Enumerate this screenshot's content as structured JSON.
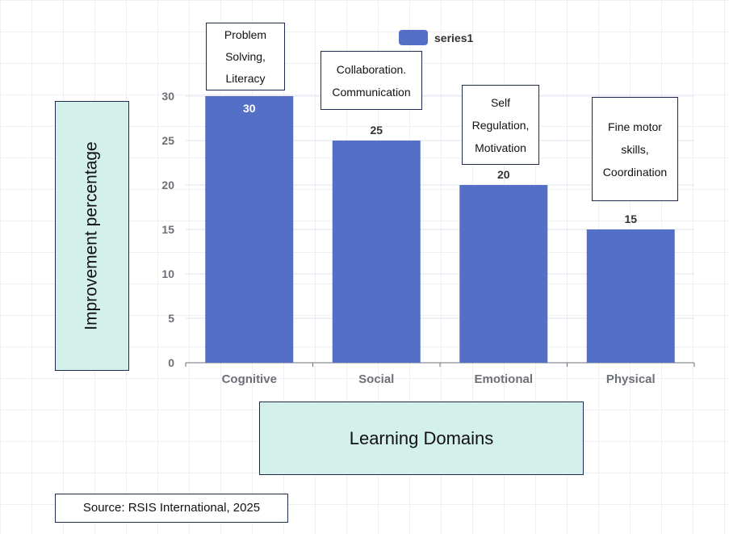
{
  "chart_data": {
    "type": "bar",
    "categories": [
      "Cognitive",
      "Social",
      "Emotional",
      "Physical"
    ],
    "series": [
      {
        "name": "series1",
        "values": [
          30,
          25,
          20,
          15
        ]
      }
    ],
    "ylabel": "Improvement percentage",
    "xlabel": "Learning Domains",
    "ylim": [
      0,
      30
    ],
    "yticks": [
      0,
      5,
      10,
      15,
      20,
      25,
      30
    ],
    "grid": true,
    "legend": "top-center",
    "annotations": [
      "Problem Solving, Literacy",
      "Collaboration. Communication",
      "Self Regulation, Motivation",
      "Fine motor skills, Coordination"
    ],
    "color": "#5470c6"
  },
  "source": "Source: RSIS International, 2025"
}
